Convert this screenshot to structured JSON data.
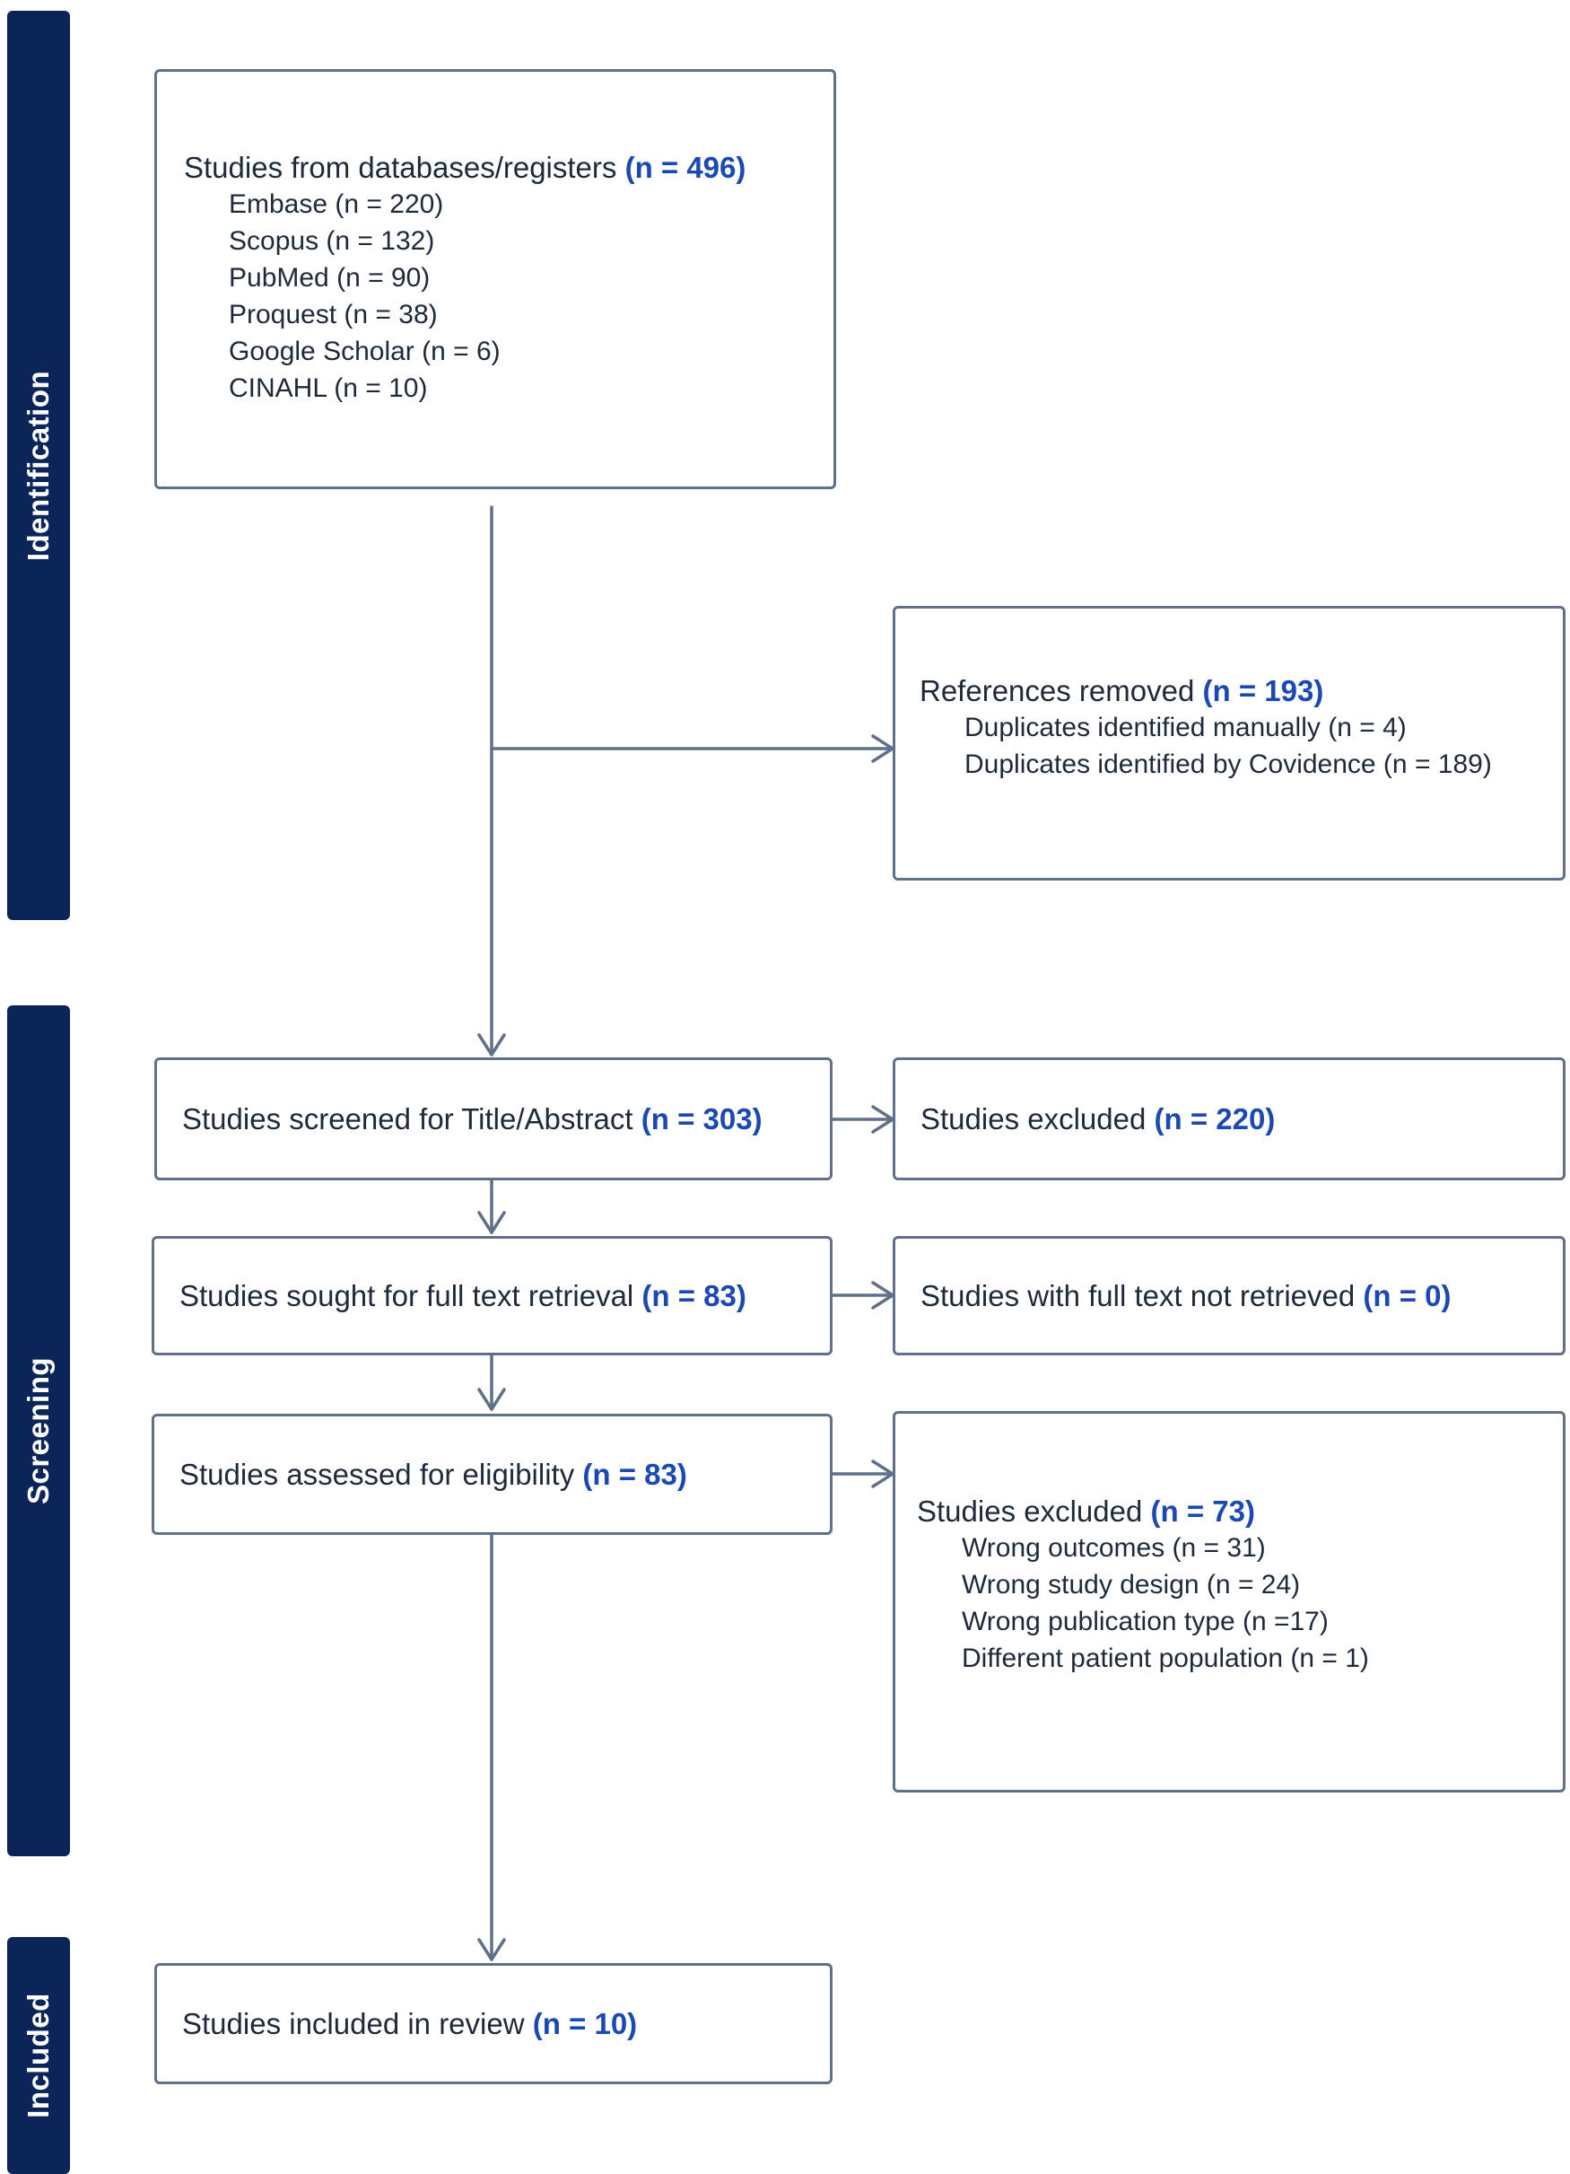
{
  "phases": {
    "identification": "Identification",
    "screening": "Screening",
    "included": "Included"
  },
  "identification_box": {
    "label": "Studies from databases/registers",
    "count": "(n = 496)",
    "items": [
      "Embase (n = 220)",
      "Scopus (n = 132)",
      "PubMed (n = 90)",
      "Proquest (n = 38)",
      "Google Scholar (n = 6)",
      "CINAHL (n = 10)"
    ]
  },
  "removed_box": {
    "label": "References removed",
    "count": "(n = 193)",
    "items": [
      "Duplicates identified manually (n = 4)",
      "Duplicates identified by Covidence (n = 189)"
    ]
  },
  "screened_box": {
    "label": "Studies screened for Title/Abstract",
    "count": "(n = 303)"
  },
  "excluded_box": {
    "label": "Studies excluded",
    "count": "(n = 220)"
  },
  "sought_box": {
    "label": "Studies sought for full text retrieval",
    "count": "(n = 83)"
  },
  "not_retrieved_box": {
    "label": "Studies with full text not retrieved",
    "count": "(n = 0)"
  },
  "assessed_box": {
    "label": "Studies assessed for eligibility",
    "count": "(n = 83)"
  },
  "excluded_full_box": {
    "label": "Studies excluded",
    "count": "(n = 73)",
    "items": [
      "Wrong outcomes (n = 31)",
      "Wrong study design (n = 24)",
      "Wrong publication type (n =17)",
      "Different patient population (n = 1)"
    ]
  },
  "included_box": {
    "label": "Studies included in review",
    "count": "(n = 10)"
  },
  "colors": {
    "phase_bar": "#0b2559",
    "highlight": "#1b49b3",
    "border": "#5f7088"
  }
}
